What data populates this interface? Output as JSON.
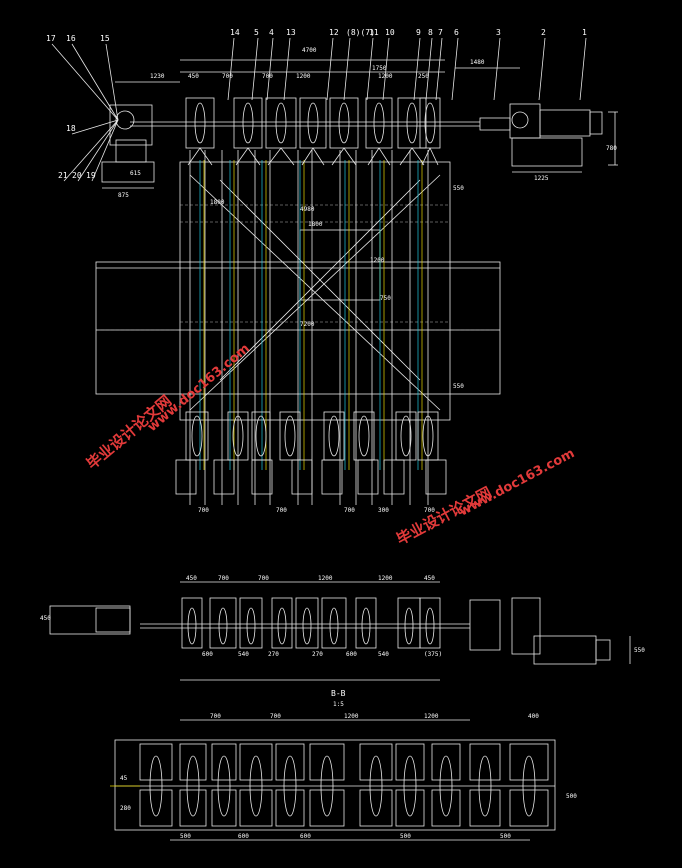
{
  "colors": {
    "background": "#000000",
    "line": "#e8e8e8",
    "accent_yellow": "#e8d800",
    "accent_cyan": "#20c8e0",
    "watermark": "#e23a3a"
  },
  "balloons_top": [
    "14",
    "5",
    "4",
    "13",
    "12",
    "(8)(7)",
    "11",
    "10",
    "9",
    "8",
    "7",
    "6",
    "3",
    "2",
    "1"
  ],
  "balloons_left": [
    "17",
    "16",
    "15",
    "18",
    "21",
    "20",
    "19"
  ],
  "top_dims": [
    "1230",
    "450",
    "700",
    "700",
    "1200",
    "1200",
    "250",
    "4700",
    "1750",
    "1480"
  ],
  "main_dims": [
    "1800",
    "4980",
    "1800",
    "1200",
    "7200",
    "550",
    "550",
    "615",
    "875",
    "1225",
    "780",
    "750"
  ],
  "bottom_dims_main": [
    "700",
    "700",
    "700",
    "300",
    "700"
  ],
  "plan_dims_top": [
    "450",
    "700",
    "700",
    "1200",
    "1200",
    "450"
  ],
  "plan_dims_bottom": [
    "600",
    "540",
    "270",
    "270",
    "600",
    "540",
    "(375)"
  ],
  "plan_side": [
    "450",
    "550"
  ],
  "section_title": "B-B",
  "section_scale": "1:5",
  "section_dims_top": [
    "700",
    "700",
    "1200",
    "1200",
    "400"
  ],
  "section_dims_bottom": [
    "500",
    "600",
    "600",
    "500",
    "500"
  ],
  "section_side": [
    "45",
    "280",
    "500"
  ],
  "watermark_cn": "毕业设计论文网",
  "watermark_url": "www.doc163.com"
}
